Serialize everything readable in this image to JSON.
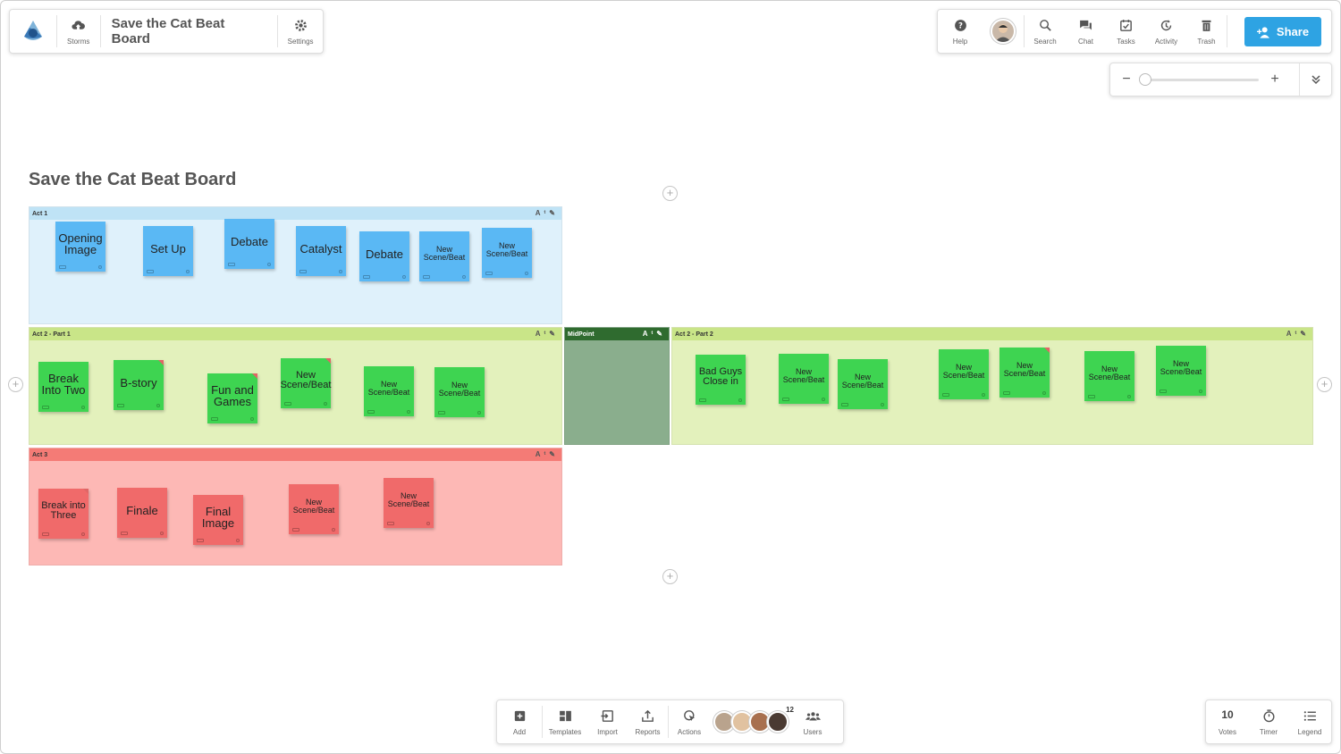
{
  "app": {
    "board_title": "Save the Cat Beat Board",
    "colors": {
      "accent": "#2ea3e3",
      "note_blue": "#5ab8f4",
      "note_green": "#3ed451",
      "note_red": "#f06a6a"
    }
  },
  "top_left": {
    "storms_label": "Storms",
    "title": "Save the Cat Beat Board",
    "settings_label": "Settings"
  },
  "top_right": {
    "help_label": "Help",
    "search_label": "Search",
    "chat_label": "Chat",
    "tasks_label": "Tasks",
    "activity_label": "Activity",
    "trash_label": "Trash",
    "share_label": "Share"
  },
  "zoom": {
    "minus": "−",
    "plus": "+",
    "collapse_icon": "chevron-double-down-icon",
    "level": 0.0
  },
  "canvas": {
    "title": "Save the Cat Beat Board"
  },
  "frames": {
    "act1": {
      "label": "Act 1",
      "notes": [
        "Opening Image",
        "Set Up",
        "Debate",
        "Catalyst",
        "Debate",
        "New Scene/Beat",
        "New Scene/Beat"
      ]
    },
    "act2p1": {
      "label": "Act 2 - Part 1",
      "notes": [
        "Break Into Two",
        "B-story",
        "Fun and Games",
        "New Scene/Beat",
        "New Scene/Beat",
        "New Scene/Beat"
      ]
    },
    "midpoint": {
      "label": "MidPoint"
    },
    "act2p2": {
      "label": "Act 2 - Part 2",
      "notes": [
        "Bad Guys Close in",
        "New Scene/Beat",
        "New Scene/Beat",
        "New Scene/Beat",
        "New Scene/Beat",
        "New Scene/Beat",
        "New Scene/Beat"
      ]
    },
    "act3": {
      "label": "Act 3",
      "notes": [
        "Break into Three",
        "Finale",
        "Final Image",
        "New Scene/Beat",
        "New Scene/Beat"
      ]
    }
  },
  "bottom_toolbar": {
    "add_label": "Add",
    "templates_label": "Templates",
    "import_label": "Import",
    "reports_label": "Reports",
    "actions_label": "Actions",
    "users_count": "12",
    "users_label": "Users"
  },
  "bottom_right": {
    "votes_count": "10",
    "votes_label": "Votes",
    "timer_label": "Timer",
    "legend_label": "Legend"
  }
}
